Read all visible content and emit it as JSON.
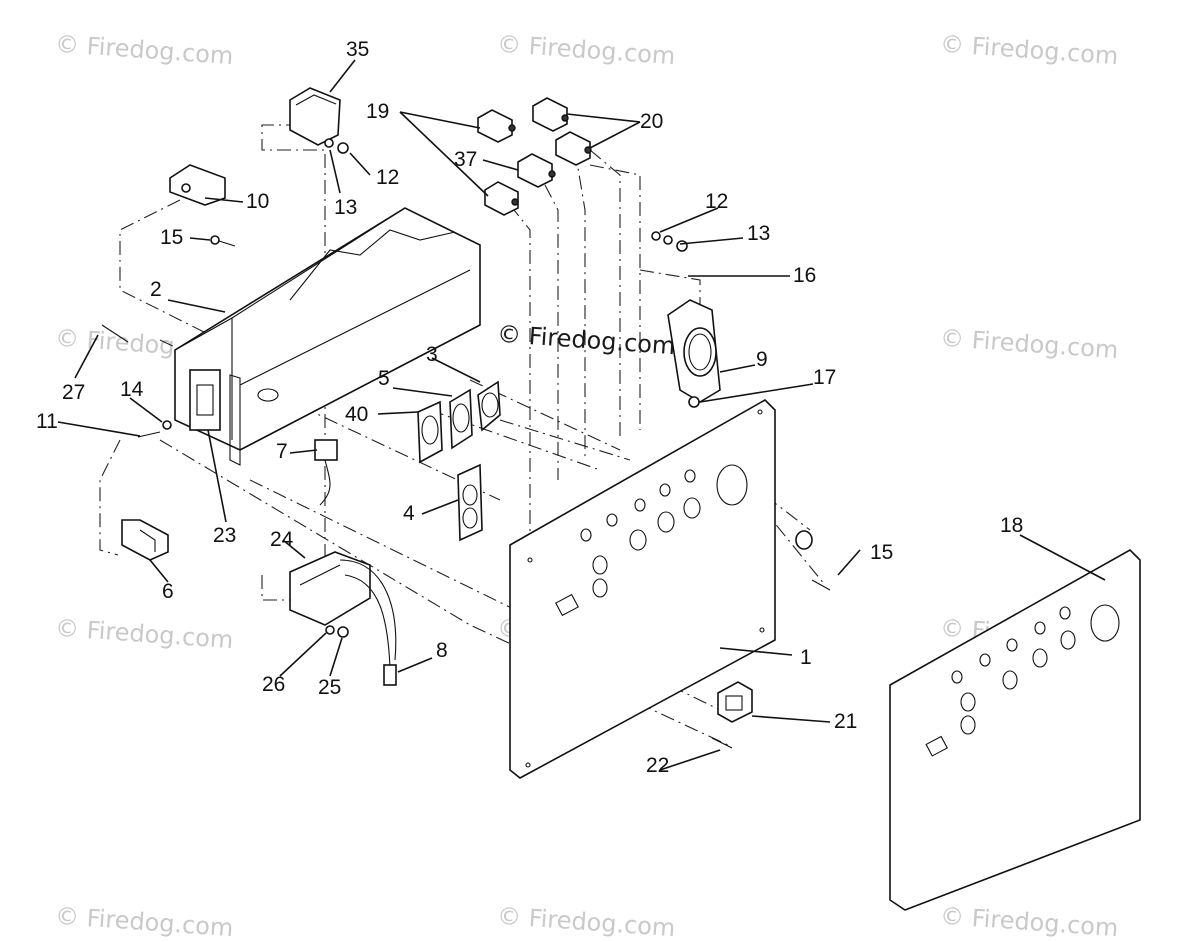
{
  "watermark": {
    "text": "© Firedog.com"
  },
  "callouts": {
    "c1": "1",
    "c2": "2",
    "c3": "3",
    "c4": "4",
    "c5": "5",
    "c6": "6",
    "c7": "7",
    "c8": "8",
    "c9": "9",
    "c10": "10",
    "c11": "11",
    "c12a": "12",
    "c12b": "12",
    "c13a": "13",
    "c13b": "13",
    "c14": "14",
    "c15a": "15",
    "c15b": "15",
    "c16": "16",
    "c17": "17",
    "c18": "18",
    "c19": "19",
    "c20": "20",
    "c21": "21",
    "c22": "22",
    "c23": "23",
    "c24": "24",
    "c25": "25",
    "c26": "26",
    "c27": "27",
    "c35": "35",
    "c37": "37",
    "c40": "40"
  }
}
